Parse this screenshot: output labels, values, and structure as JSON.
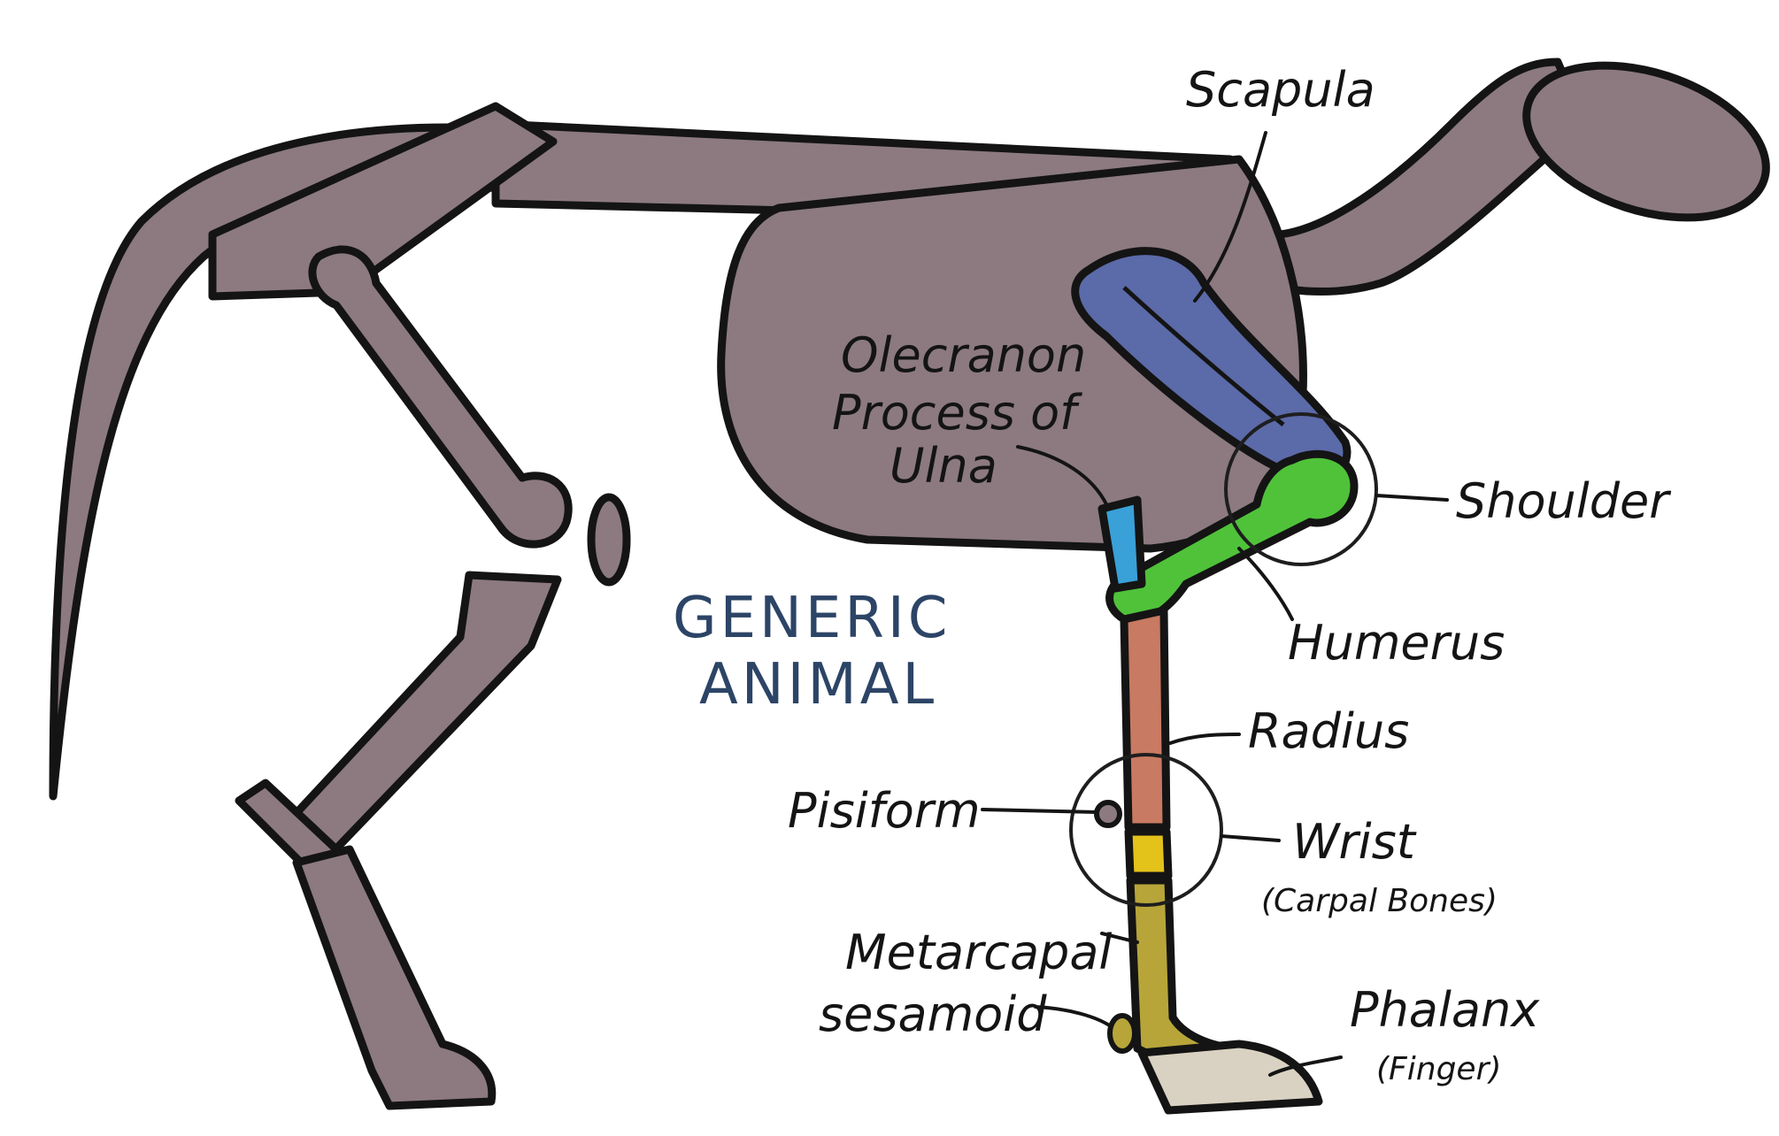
{
  "title": {
    "line1": "GENERIC",
    "line2": "ANIMAL"
  },
  "labels": {
    "scapula": "Scapula",
    "olecranon_1": "Olecranon",
    "olecranon_2": "Process of",
    "olecranon_3": "Ulna",
    "shoulder": "Shoulder",
    "humerus": "Humerus",
    "radius": "Radius",
    "pisiform": "Pisiform",
    "wrist": "Wrist",
    "wrist_note": "(Carpal Bones)",
    "metacarpal": "Metarcapal",
    "sesamoid": "sesamoid",
    "phalanx": "Phalanx",
    "phalanx_note": "(Finger)"
  },
  "colors": {
    "skeleton": "#8c7a80",
    "outline": "#141414",
    "scapula": "#5b6aa8",
    "humerus": "#4fc23a",
    "ulna": "#3aa0d8",
    "radius": "#c87a62",
    "carpal": "#e3c21a",
    "metacarpal": "#b7a53a",
    "phalanx": "#d9d2c2",
    "title_ink": "#2c4466"
  }
}
